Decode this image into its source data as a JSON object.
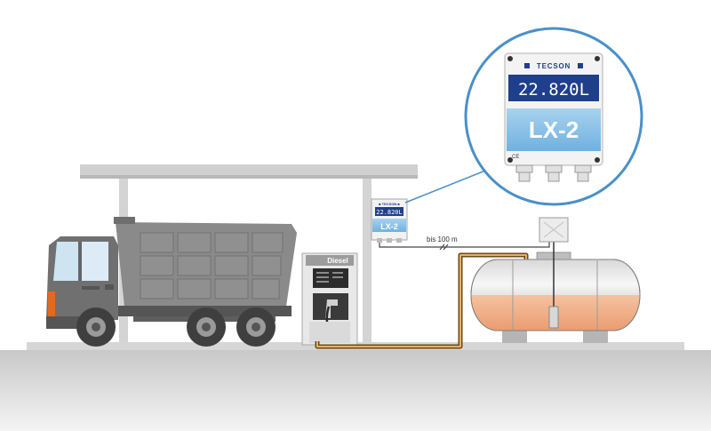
{
  "diagram": {
    "brand": "TECSON",
    "display_reading": "22.820L",
    "model": "LX-2",
    "ce_mark": "CE",
    "pump_label": "Diesel",
    "distance_label": "bis 100 m",
    "small_display_reading": "22.820L",
    "small_model": "LX-2"
  },
  "colors": {
    "accent_blue": "#4a90c8",
    "display_bg": "#1f3f8c",
    "fuel": "#f2b088",
    "pipe": "#b07a2c"
  },
  "icons": [
    "truck-icon",
    "fuel-pump-icon",
    "tank-icon",
    "meter-icon",
    "sensor-icon"
  ]
}
